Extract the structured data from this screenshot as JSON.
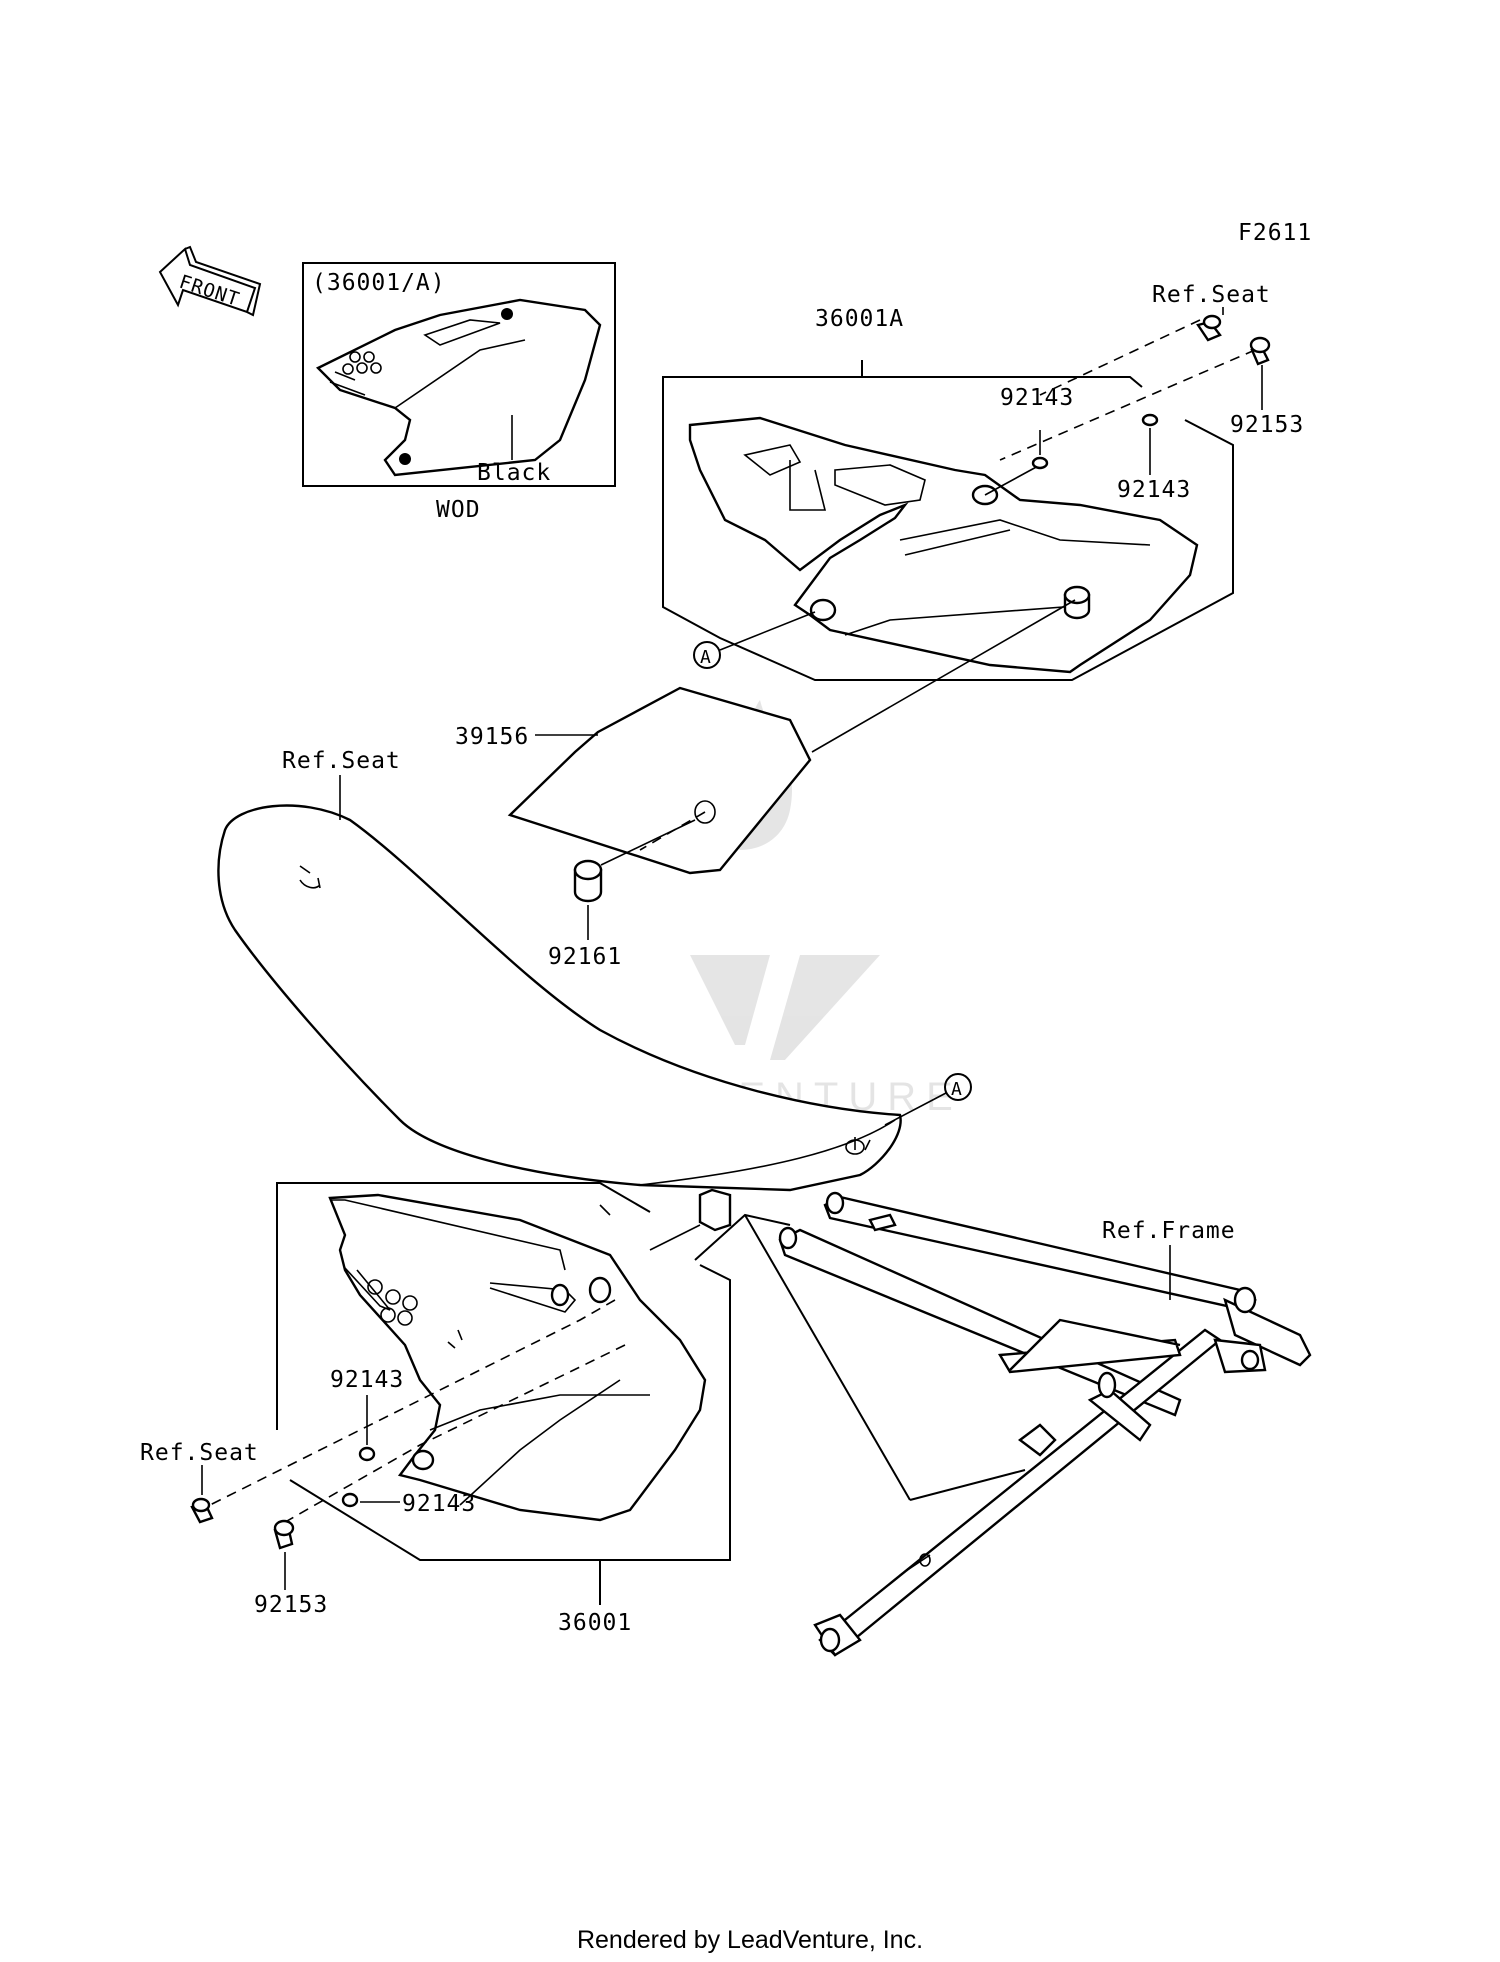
{
  "figure_code": "F2611",
  "front_arrow": {
    "label": "FRONT",
    "icon": "front-arrow-icon"
  },
  "inset": {
    "title": "(36001/A)",
    "color_label": "Black",
    "caption": "WOD"
  },
  "labels": {
    "part_36001A": "36001A",
    "ref_seat_top": "Ref.Seat",
    "part_92143_upper_a": "92143",
    "part_92153_upper": "92153",
    "part_92143_upper_b": "92143",
    "ref_a_upper": "A",
    "part_39156": "39156",
    "ref_seat_main": "Ref.Seat",
    "part_92161": "92161",
    "ref_a_lower": "A",
    "ref_frame": "Ref.Frame",
    "part_92143_lower_a": "92143",
    "ref_seat_left": "Ref.Seat",
    "part_92143_lower_b": "92143",
    "part_92153_lower": "92153",
    "part_36001": "36001"
  },
  "watermark": "LEADVENTURE",
  "footer": "Rendered by LeadVenture, Inc."
}
